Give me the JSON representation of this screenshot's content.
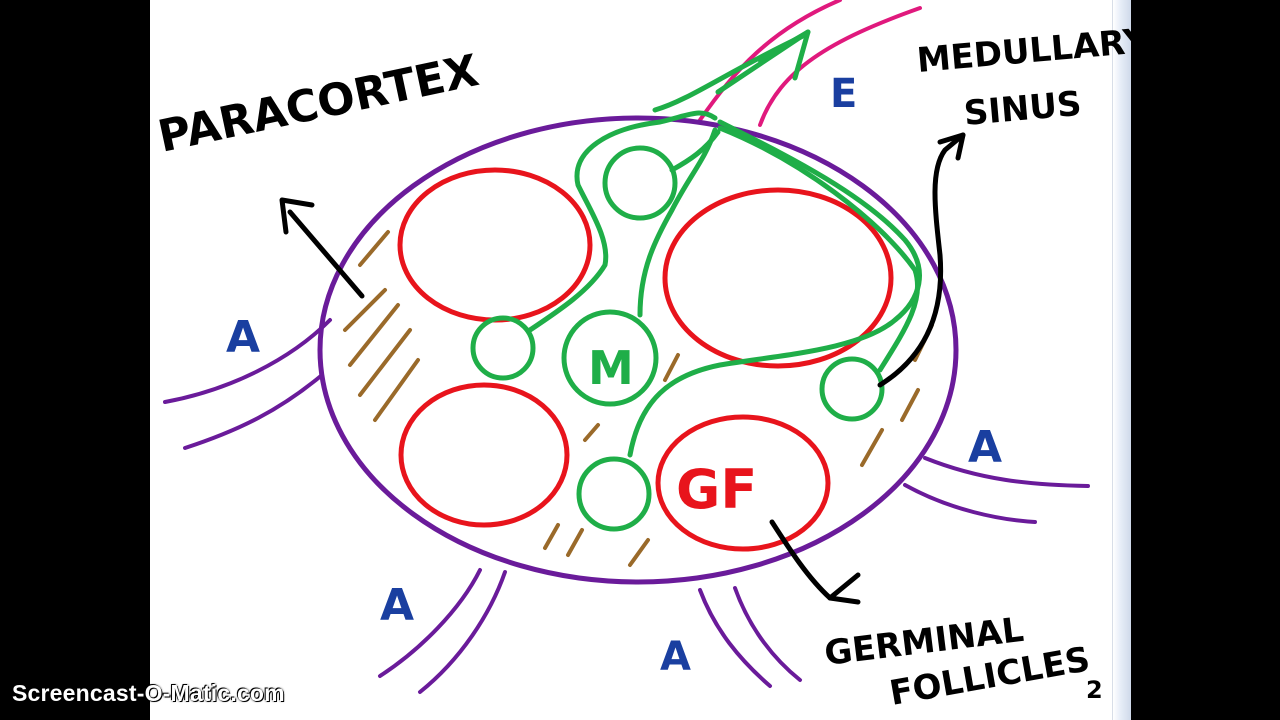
{
  "labels": {
    "paracortex": "PARACORTEX",
    "medullary_line1": "MEDULLARY",
    "medullary_line2": "SINUS",
    "germinal_line1": "GERMINAL",
    "germinal_line2": "FOLLICLES",
    "efferent": "E",
    "afferent": "A",
    "medulla": "M",
    "germinal_center": "GF",
    "page_number": "2"
  },
  "watermark": "Screencast-O-Matic.com",
  "colors": {
    "capsule": "#6a1b9a",
    "follicle": "#e8141c",
    "medulla": "#1fae48",
    "efferent_vessel": "#e0197d",
    "afferent_label": "#1a3fa0",
    "paracortex_hatch": "#9a6a2a",
    "ink": "#000000"
  }
}
